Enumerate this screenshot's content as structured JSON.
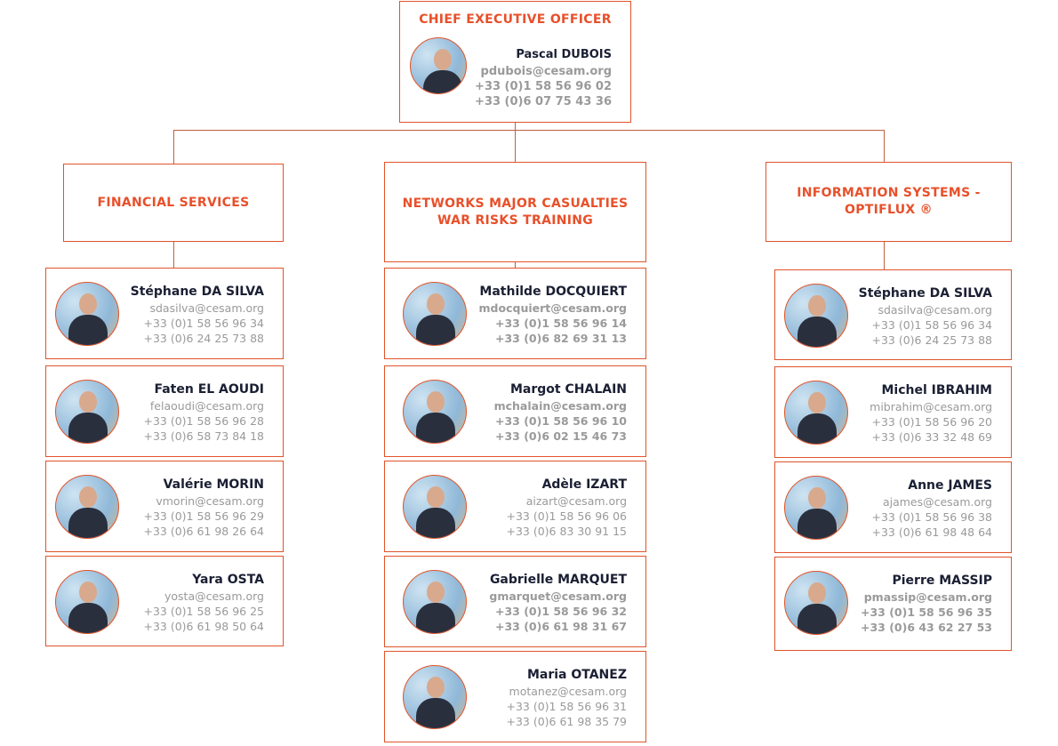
{
  "ceo": {
    "title": "CHIEF EXECUTIVE OFFICER",
    "name": "Pascal DUBOIS",
    "email": "pdubois@cesam.org",
    "phone1": "+33 (0)1 58 56 96 02",
    "phone2": "+33 (0)6 07 75 43 36"
  },
  "departments": [
    {
      "title": "FINANCIAL SERVICES",
      "members": [
        {
          "name": "Stéphane DA SILVA",
          "email": "sdasilva@cesam.org",
          "phone1": "+33 (0)1 58 56 96 34",
          "phone2": "+33 (0)6 24 25 73 88",
          "emphasis": false
        },
        {
          "name": "Faten EL AOUDI",
          "email": "felaoudi@cesam.org",
          "phone1": "+33 (0)1 58 56 96 28",
          "phone2": "+33 (0)6 58 73 84 18",
          "emphasis": false
        },
        {
          "name": "Valérie MORIN",
          "email": "vmorin@cesam.org",
          "phone1": "+33 (0)1 58 56 96 29",
          "phone2": "+33 (0)6 61 98 26 64",
          "emphasis": false
        },
        {
          "name": "Yara OSTA",
          "email": "yosta@cesam.org",
          "phone1": "+33 (0)1 58 56 96 25",
          "phone2": "+33 (0)6 61 98 50 64",
          "emphasis": false
        }
      ]
    },
    {
      "title": "NETWORKS MAJOR CASUALTIES WAR RISKS TRAINING",
      "members": [
        {
          "name": "Mathilde DOCQUIERT",
          "email": "mdocquiert@cesam.org",
          "phone1": "+33 (0)1 58 56 96 14",
          "phone2": "+33 (0)6 82 69 31 13",
          "emphasis": true
        },
        {
          "name": "Margot CHALAIN",
          "email": "mchalain@cesam.org",
          "phone1": "+33 (0)1 58 56 96 10",
          "phone2": "+33 (0)6 02 15 46 73",
          "emphasis": true
        },
        {
          "name": "Adèle IZART",
          "email": "aizart@cesam.org",
          "phone1": "+33 (0)1 58 56 96 06",
          "phone2": "+33 (0)6 83 30 91 15",
          "emphasis": false
        },
        {
          "name": "Gabrielle MARQUET",
          "email": "gmarquet@cesam.org",
          "phone1": "+33 (0)1 58 56 96 32",
          "phone2": "+33 (0)6 61 98 31 67",
          "emphasis": true
        },
        {
          "name": "Maria OTANEZ",
          "email": "motanez@cesam.org",
          "phone1": "+33 (0)1 58 56 96 31",
          "phone2": "+33 (0)6 61 98 35 79",
          "emphasis": false
        }
      ]
    },
    {
      "title": "INFORMATION SYSTEMS - OPTIFLUX ®",
      "members": [
        {
          "name": "Stéphane DA SILVA",
          "email": "sdasilva@cesam.org",
          "phone1": "+33 (0)1 58 56 96 34",
          "phone2": "+33 (0)6 24 25 73 88",
          "emphasis": false
        },
        {
          "name": "Michel IBRAHIM",
          "email": "mibrahim@cesam.org",
          "phone1": "+33 (0)1 58 56 96 20",
          "phone2": "+33 (0)6 33 32 48 69",
          "emphasis": false
        },
        {
          "name": "Anne JAMES",
          "email": "ajames@cesam.org",
          "phone1": "+33 (0)1 58 56 96 38",
          "phone2": "+33 (0)6 61 98 48 64",
          "emphasis": false
        },
        {
          "name": "Pierre MASSIP",
          "email": "pmassip@cesam.org",
          "phone1": "+33 (0)1 58 56 96 35",
          "phone2": "+33 (0)6 43 62 27 53",
          "emphasis": true
        }
      ]
    }
  ]
}
